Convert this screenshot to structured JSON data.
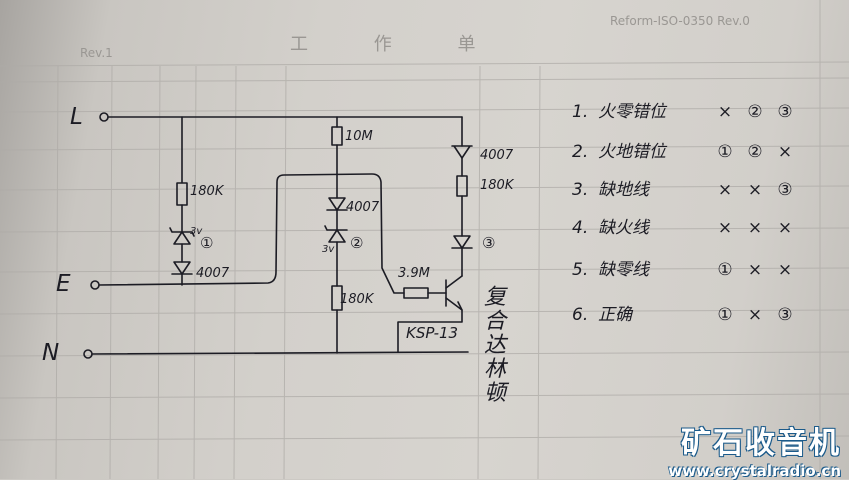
{
  "colors": {
    "ink": "#1c1c24",
    "paper": "#d4d1cc",
    "grid": "#a9a6a2",
    "watermark_blue": "#1b5a8a"
  },
  "background_print": {
    "form_id": "Reform-ISO-0350 Rev.0",
    "title": "工 作 单",
    "sheet": "Rev.1"
  },
  "diagram": {
    "terminals": {
      "live": "L",
      "earth": "E",
      "neutral": "N"
    },
    "components": {
      "left_resistor": "180K",
      "left_zener": "3v",
      "left_diode": "4007",
      "mid_resistor_top": "10M",
      "mid_diode": "4007",
      "mid_zener": "3v",
      "mid_resistor_bottom": "180K",
      "right_diode": "4007",
      "right_resistor": "180K",
      "base_resistor": "3.9M",
      "transistor": "KSP-13"
    },
    "leds": [
      "①",
      "②",
      "③"
    ],
    "transistor_note": "复合达林顿"
  },
  "legend": [
    {
      "n": "1.",
      "label": "火零错位",
      "s1": "×",
      "s2": "②",
      "s3": "③"
    },
    {
      "n": "2.",
      "label": "火地错位",
      "s1": "①",
      "s2": "②",
      "s3": "×"
    },
    {
      "n": "3.",
      "label": "缺地线",
      "s1": "×",
      "s2": "×",
      "s3": "③"
    },
    {
      "n": "4.",
      "label": "缺火线",
      "s1": "×",
      "s2": "×",
      "s3": "×"
    },
    {
      "n": "5.",
      "label": "缺零线",
      "s1": "①",
      "s2": "×",
      "s3": "×"
    },
    {
      "n": "6.",
      "label": "正确",
      "s1": "①",
      "s2": "×",
      "s3": "③"
    }
  ],
  "watermark": {
    "title": "矿石收音机",
    "url": "www.crystalradio.cn"
  }
}
